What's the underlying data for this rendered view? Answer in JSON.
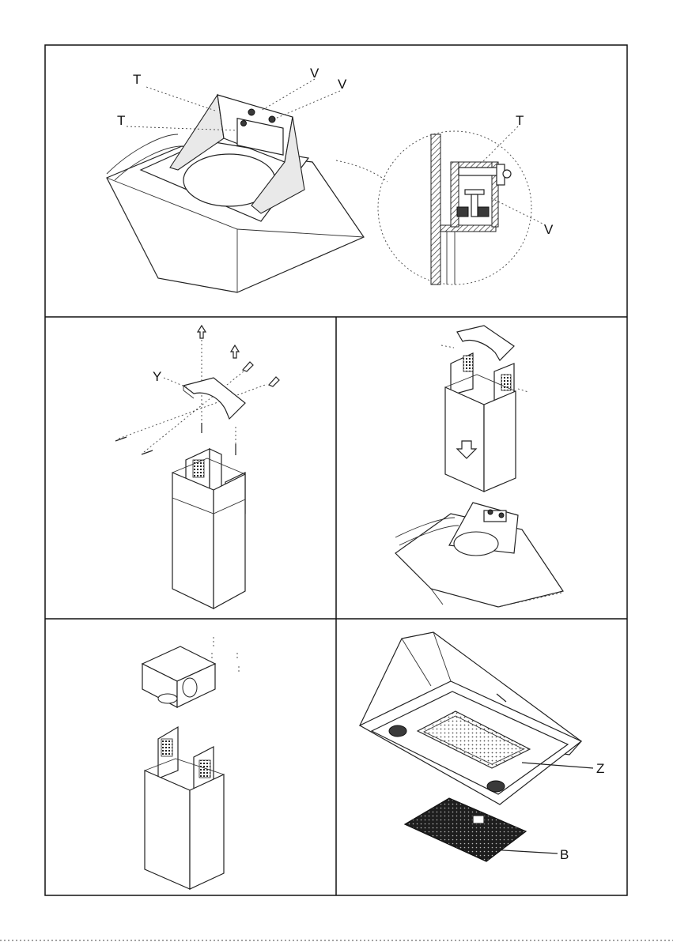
{
  "panels": {
    "top": {
      "labels": {
        "t1": "T",
        "v1": "V",
        "v2": "V",
        "t2": "T",
        "t_detail": "T",
        "v_detail": "V"
      }
    },
    "middle_left": {
      "labels": {
        "y": "Y"
      }
    },
    "middle_right": {},
    "bottom_left": {},
    "bottom_right": {
      "labels": {
        "z": "Z",
        "b": "B"
      }
    }
  }
}
